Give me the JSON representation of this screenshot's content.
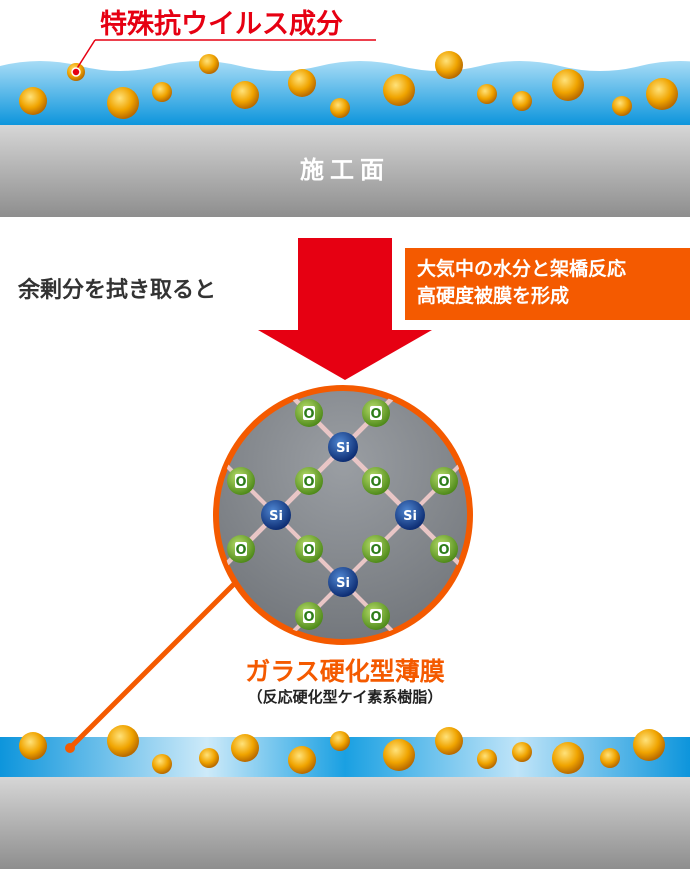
{
  "title": "特殊抗ウイルス成分",
  "surface_label": "施工面",
  "wipe_text": "余剰分を拭き取ると",
  "reaction_box": {
    "line1": "大気中の水分と架橋反応",
    "line2": "高硬度被膜を形成"
  },
  "molecule": {
    "si_label": "Si",
    "o_label": "O"
  },
  "film_title": "ガラス硬化型薄膜",
  "film_subtitle": "（反応硬化型ケイ素系樹脂）",
  "colors": {
    "red": "#e60012",
    "orange": "#f45a00",
    "blue": "#1a9ee0",
    "gray": "#a8a8a8"
  }
}
